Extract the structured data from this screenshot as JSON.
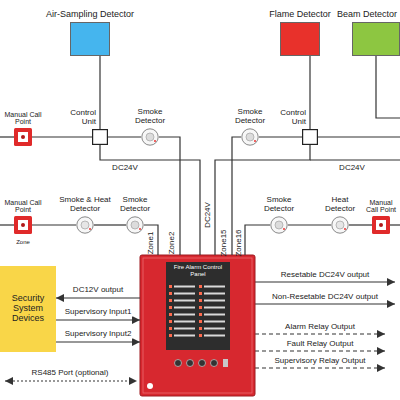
{
  "diagram": {
    "nodes": [
      {
        "text": [
          "Air-Sampling Detector"
        ]
      },
      {
        "text": [
          "Flame Detector"
        ]
      },
      {
        "text": [
          "Beam Detector"
        ]
      },
      {
        "text": [
          "Manual Call Point"
        ]
      },
      {
        "text": [
          "Control Unit"
        ]
      },
      {
        "text": [
          "Smoke Detector"
        ]
      },
      {
        "text": [
          "Smoke Detector"
        ]
      },
      {
        "text": [
          "Control Unit"
        ]
      },
      {
        "text": [
          "Manual Call Point"
        ]
      },
      {
        "text": [
          "Smoke & Heat Detector"
        ]
      },
      {
        "text": [
          "Smoke Detector"
        ]
      },
      {
        "text": [
          "Smoke Detector"
        ]
      },
      {
        "text": [
          "Heat Detector"
        ]
      },
      {
        "text": [
          "Manual Call Point"
        ]
      },
      {
        "text": [
          "Fire Alarm Control Panel"
        ]
      },
      {
        "text": [
          "Security System Devices"
        ]
      }
    ],
    "edges": [
      {
        "from": 0,
        "to": 4,
        "arrow": "none"
      },
      {
        "from": 1,
        "to": 7,
        "arrow": "none"
      },
      {
        "from": 3,
        "to": 4,
        "arrow": "none"
      },
      {
        "from": 4,
        "to": 5,
        "arrow": "none"
      },
      {
        "from": 5,
        "to": 14,
        "arrow": "none"
      },
      {
        "from": 4,
        "to": 14,
        "label": "DC24V",
        "arrow": "none"
      },
      {
        "from": 6,
        "to": 7,
        "arrow": "none"
      },
      {
        "from": 6,
        "to": 14,
        "arrow": "none"
      },
      {
        "from": 7,
        "to": 14,
        "arrow": "none"
      },
      {
        "from": 8,
        "to": 9,
        "arrow": "none"
      },
      {
        "from": 9,
        "to": 10,
        "arrow": "none"
      },
      {
        "from": 10,
        "to": 14,
        "arrow": "none"
      },
      {
        "from": 11,
        "to": 14,
        "arrow": "none"
      },
      {
        "from": 11,
        "to": 12,
        "arrow": "none"
      },
      {
        "from": 12,
        "to": 13,
        "arrow": "none"
      },
      {
        "from": 14,
        "to": 15,
        "label": "DC12V output",
        "arrow": "to"
      },
      {
        "from": 15,
        "to": 14,
        "label": "Supervisory Input1",
        "arrow": "to"
      },
      {
        "from": 15,
        "to": 14,
        "label": "Supervisory Input2",
        "arrow": "to"
      }
    ],
    "labels": [
      "DC24V",
      "Zone1",
      "Zone2",
      "DC24V",
      "Zone15",
      "Zone16",
      "Zone",
      "Resetable DC24V output",
      "Non-Resetable DC24V output",
      "Alarm Relay Output",
      "Fault Relay Output",
      "Supervisory Relay Output",
      "RS485 Port (optional)"
    ]
  }
}
